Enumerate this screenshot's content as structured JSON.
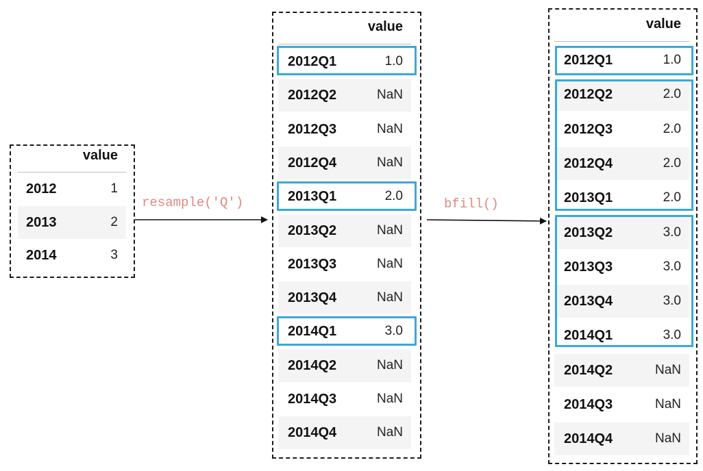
{
  "column_header": "value",
  "source": {
    "rows": [
      {
        "index": "2012",
        "value": "1"
      },
      {
        "index": "2013",
        "value": "2"
      },
      {
        "index": "2014",
        "value": "3"
      }
    ]
  },
  "op1_label": "resample('Q')",
  "op2_label": "bfill()",
  "resampled": {
    "rows": [
      {
        "index": "2012Q1",
        "value": "1.0"
      },
      {
        "index": "2012Q2",
        "value": "NaN"
      },
      {
        "index": "2012Q3",
        "value": "NaN"
      },
      {
        "index": "2012Q4",
        "value": "NaN"
      },
      {
        "index": "2013Q1",
        "value": "2.0"
      },
      {
        "index": "2013Q2",
        "value": "NaN"
      },
      {
        "index": "2013Q3",
        "value": "NaN"
      },
      {
        "index": "2013Q4",
        "value": "NaN"
      },
      {
        "index": "2014Q1",
        "value": "3.0"
      },
      {
        "index": "2014Q2",
        "value": "NaN"
      },
      {
        "index": "2014Q3",
        "value": "NaN"
      },
      {
        "index": "2014Q4",
        "value": "NaN"
      }
    ]
  },
  "filled": {
    "rows": [
      {
        "index": "2012Q1",
        "value": "1.0"
      },
      {
        "index": "2012Q2",
        "value": "2.0"
      },
      {
        "index": "2012Q3",
        "value": "2.0"
      },
      {
        "index": "2012Q4",
        "value": "2.0"
      },
      {
        "index": "2013Q1",
        "value": "2.0"
      },
      {
        "index": "2013Q2",
        "value": "3.0"
      },
      {
        "index": "2013Q3",
        "value": "3.0"
      },
      {
        "index": "2013Q4",
        "value": "3.0"
      },
      {
        "index": "2014Q1",
        "value": "3.0"
      },
      {
        "index": "2014Q2",
        "value": "NaN"
      },
      {
        "index": "2014Q3",
        "value": "NaN"
      },
      {
        "index": "2014Q4",
        "value": "NaN"
      }
    ]
  },
  "colors": {
    "highlight": "#3aa8d8",
    "operation_label": "#e08a7f",
    "row_shade": "#f4f4f4"
  }
}
